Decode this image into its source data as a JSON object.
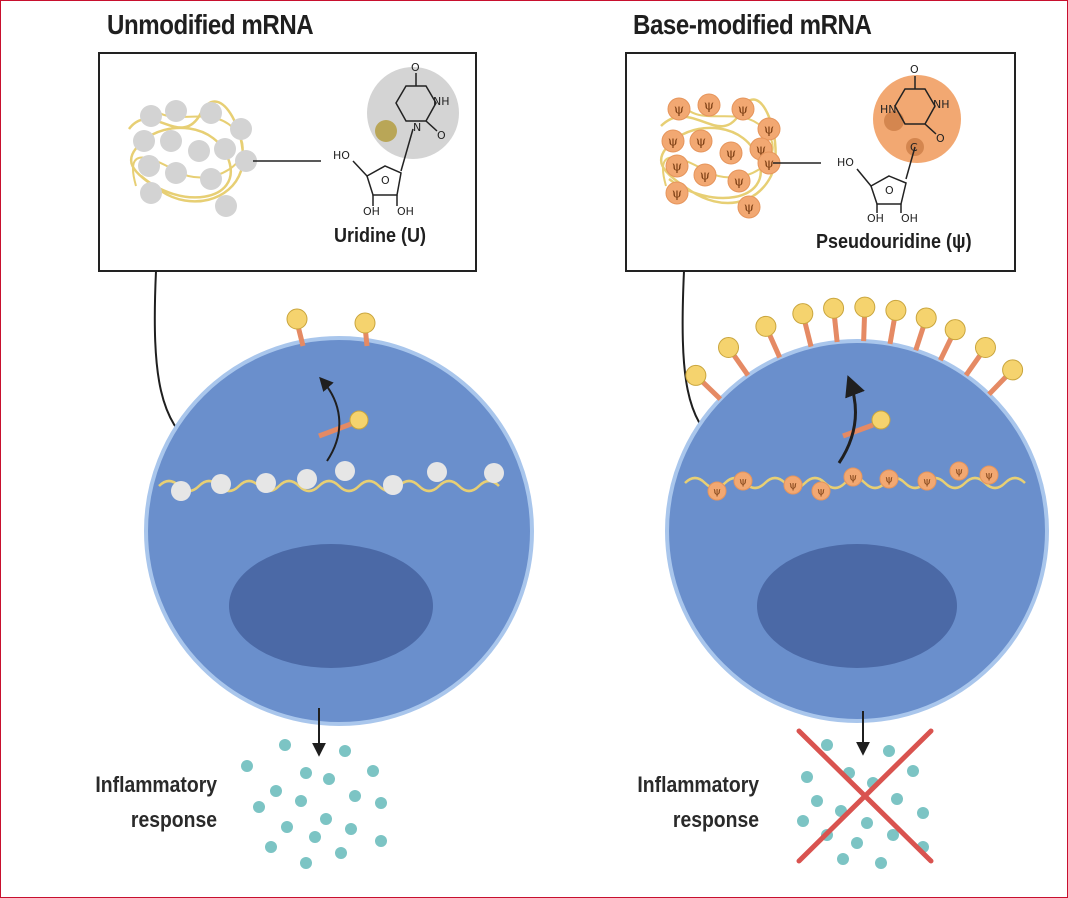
{
  "panels": {
    "unmodified": {
      "title": "Unmodified mRNA",
      "nucleoside_label": "Uridine (U)",
      "outcome_label_line1": "Inflammatory",
      "outcome_label_line2": "response"
    },
    "modified": {
      "title": "Base-modified mRNA",
      "nucleoside_label": "Pseudouridine (ψ)",
      "outcome_label_line1": "Inflammatory",
      "outcome_label_line2": "response",
      "base_symbol": "ψ"
    }
  },
  "structure_atoms": {
    "oxygen": "O",
    "nh": "NH",
    "hn": "HN",
    "n": "N",
    "c": "C",
    "ho": "HO",
    "oh": "OH"
  },
  "colors": {
    "cell_fill": "#6a8fcc",
    "cell_edge": "#a9c6ec",
    "nucleus": "#4b69a6",
    "mrna_strand": "#e7cf74",
    "uridine_bead": "#d3d3d3",
    "pseudouridine_bead": "#f2a872",
    "receptor_head": "#f5d36e",
    "receptor_stalk": "#e58a64",
    "cytokine": "#7cc4c4",
    "cross": "#d9534f",
    "frame_border": "#c8102e"
  }
}
